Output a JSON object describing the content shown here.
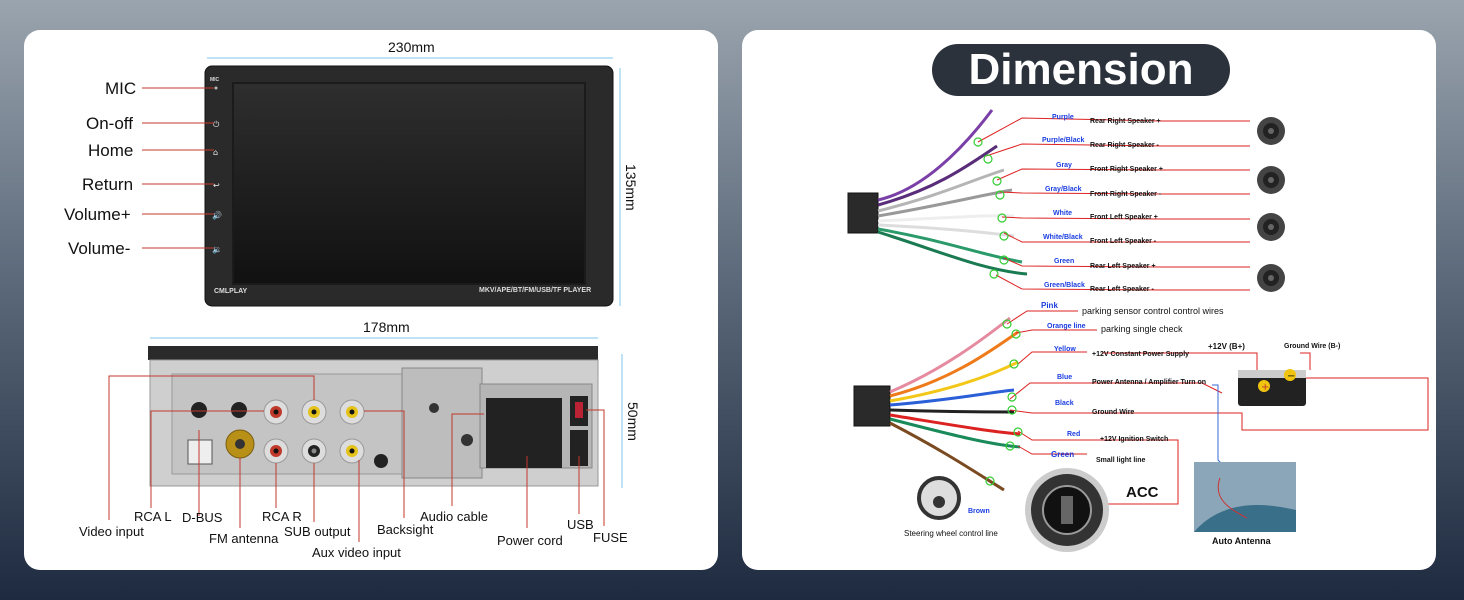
{
  "left_panel": {
    "width_label": "230mm",
    "height_label": "135mm",
    "rear_width_label": "178mm",
    "rear_height_label": "50mm",
    "front_buttons": [
      "MIC",
      "On-off",
      "Home",
      "Return",
      "Volume+",
      "Volume-"
    ],
    "screen_brand": "CMLPLAY",
    "screen_model": "MKV/APE/BT/FM/USB/TF PLAYER",
    "mic_marker": "MIC",
    "rear_labels": {
      "video_input": "Video input",
      "rca_l": "RCA L",
      "d_bus": "D-BUS",
      "fm_antenna": "FM antenna",
      "rca_r": "RCA R",
      "sub_output": "SUB output",
      "aux_video_input": "Aux video input",
      "backsight": "Backsight",
      "audio_cable": "Audio cable",
      "power_cord": "Power cord",
      "usb": "USB",
      "fuse": "FUSE"
    }
  },
  "right_panel": {
    "title": "Dimension",
    "speaker_wires": [
      {
        "color": "Purple",
        "desc": "Rear Right Speaker +"
      },
      {
        "color": "Purple/Black",
        "desc": "Rear Right Speaker -"
      },
      {
        "color": "Gray",
        "desc": "Front Right Speaker +"
      },
      {
        "color": "Gray/Black",
        "desc": "Front Right Speaker -"
      },
      {
        "color": "White",
        "desc": "Front Left Speaker +"
      },
      {
        "color": "White/Black",
        "desc": "Front Left Speaker -"
      },
      {
        "color": "Green",
        "desc": "Rear Left Speaker +"
      },
      {
        "color": "Green/Black",
        "desc": "Rear Left Speaker -"
      }
    ],
    "power_wires": [
      {
        "color": "Pink",
        "desc": "parking sensor control control wires"
      },
      {
        "color": "Orange line",
        "desc": "parking single check"
      },
      {
        "color": "Yellow",
        "desc": "+12V Constant Power Supply"
      },
      {
        "color": "Blue",
        "desc": "Power Antenna / Amplifier Turn on"
      },
      {
        "color": "Black",
        "desc": "Ground Wire"
      },
      {
        "color": "Red",
        "desc": "+12V Ignition Switch"
      },
      {
        "color": "Green",
        "desc": "Small light line"
      },
      {
        "color": "Brown",
        "desc": ""
      }
    ],
    "battery_plus": "+12V  (B+)",
    "battery_minus": "Ground Wire (B-)",
    "acc": "ACC",
    "steering": "Steering wheel control line",
    "antenna": "Auto Antenna"
  }
}
